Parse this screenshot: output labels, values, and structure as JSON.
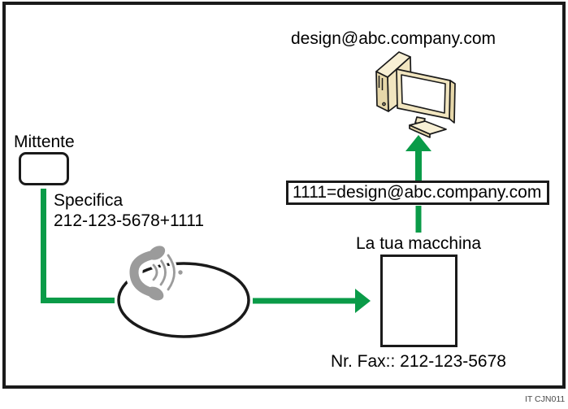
{
  "colors": {
    "accent_green": "#0A9B48",
    "outline_black": "#1A1A1A",
    "device_cream": "#F1E5BF",
    "device_cream_light": "#F8F0D5",
    "device_cream_dark": "#E6D7A9",
    "phone_gray": "#9B9B9B",
    "figure_code_gray": "#4A4A4A",
    "background": "#FFFFFF"
  },
  "email": {
    "address": "design@abc.company.com"
  },
  "sender": {
    "label": "Mittente"
  },
  "instruction": {
    "line1": "Specifica",
    "line2": "212-123-5678+1111"
  },
  "mapping": {
    "text": "1111=design@abc.company.com"
  },
  "machine": {
    "label": "La tua macchina",
    "fax_number": "Nr. Fax:: 212-123-5678"
  },
  "figure": {
    "code": "IT CJN011"
  },
  "icons": {
    "computer": "computer-icon",
    "phone": "phone-handset-icon",
    "waves": "sound-waves-icon",
    "network": "telephone-network-ellipse"
  }
}
